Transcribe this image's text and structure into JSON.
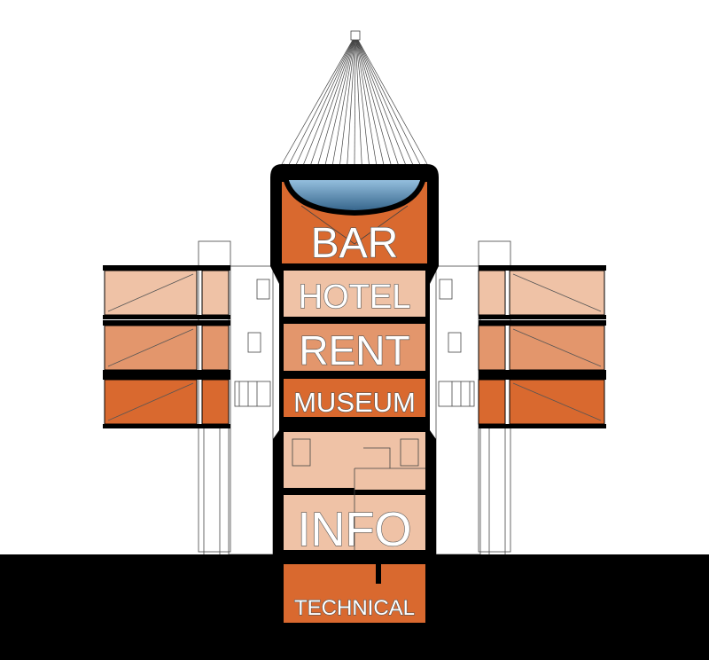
{
  "diagram": {
    "type": "architectural-section",
    "colors": {
      "dark_orange": "#D9692F",
      "medium_orange": "#E3966C",
      "light_orange": "#EFC2A6",
      "wall": "#000000",
      "water": "#4F86AE"
    },
    "floors": {
      "bar": "BAR",
      "hotel": "HOTEL",
      "rent": "RENT",
      "museum": "MUSEUM",
      "info": "INFO",
      "technical": "TECHNICAL"
    }
  }
}
